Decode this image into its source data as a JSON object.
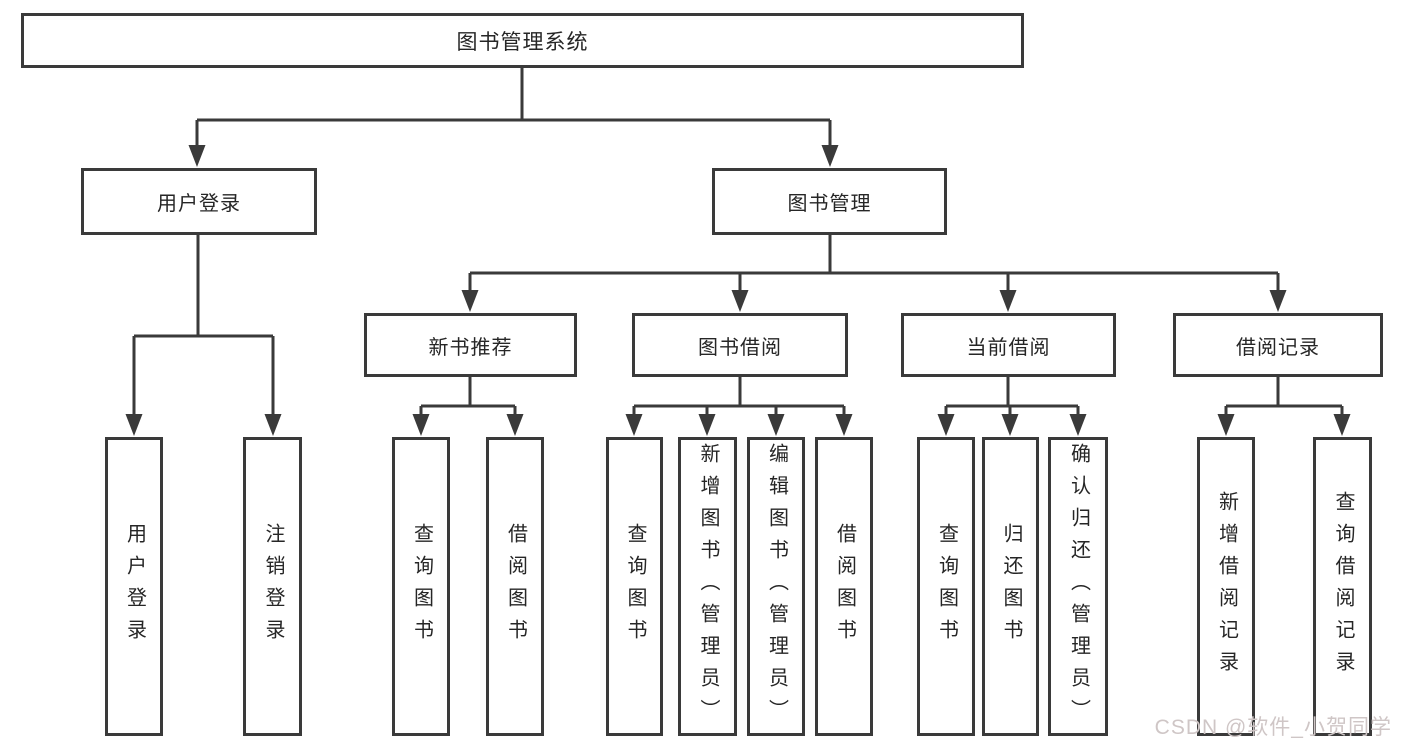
{
  "colors": {
    "background": "#ffffff",
    "line": "#3a3a3a",
    "box_border": "#3a3a3a",
    "text": "#262626",
    "watermark": "#cfc6c6"
  },
  "nodes": {
    "root": "图书管理系统",
    "user_login": "用户登录",
    "book_management": "图书管理",
    "new_book_recommend": "新书推荐",
    "book_borrowing": "图书借阅",
    "current_borrowing": "当前借阅",
    "borrowing_records": "借阅记录",
    "leaf_user_login": "用户登录",
    "leaf_logout": "注销登录",
    "leaf_query_book_1": "查询图书",
    "leaf_borrow_book_1": "借阅图书",
    "leaf_query_book_2": "查询图书",
    "leaf_add_book": "新增图书（管理员）",
    "leaf_edit_book": "编辑图书（管理员）",
    "leaf_borrow_book_2": "借阅图书",
    "leaf_query_book_3": "查询图书",
    "leaf_return_book": "归还图书",
    "leaf_confirm_return": "确认归还（管理员）",
    "leaf_add_borrow_record": "新增借阅记录",
    "leaf_query_borrow_record": "查询借阅记录"
  },
  "watermark": {
    "text": "CSDN @软件_小贺同学"
  }
}
